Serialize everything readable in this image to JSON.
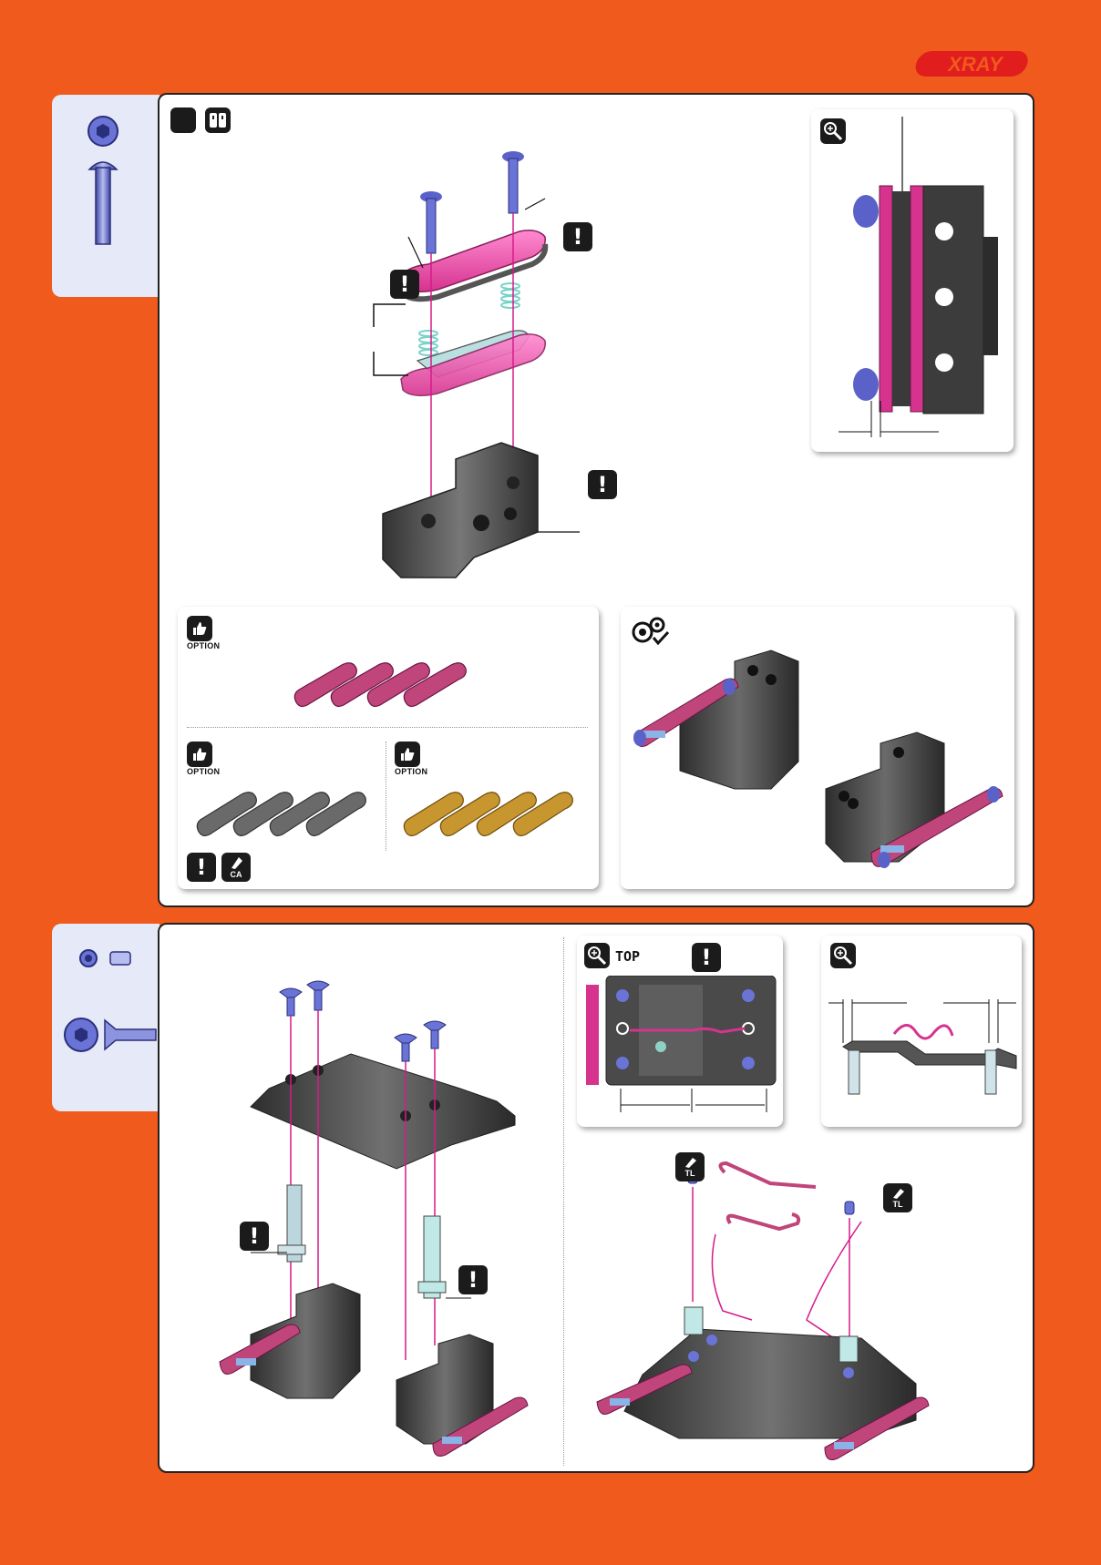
{
  "brand": {
    "logo_text": "XRAY"
  },
  "section1": {
    "parts_tab": {
      "items": [
        "button-head-screw"
      ]
    },
    "step_icons": [
      "step-number-box",
      "step-double-icon"
    ],
    "notes": {
      "warning_symbol": "!"
    },
    "detail_view": {
      "icon": "magnify-icon"
    },
    "option_box": {
      "label_top": "OPTION",
      "label_left": "OPTION",
      "label_right": "OPTION",
      "colors": {
        "pink": "#c0457a",
        "gray": "#6a6a6a",
        "gold": "#c8962e"
      },
      "ca_label": "CA"
    },
    "assembled_box": {
      "icon": "gears-check-icon"
    }
  },
  "section2": {
    "parts_tab": {
      "items": [
        "set-screw",
        "spacer",
        "flat-head-screw"
      ]
    },
    "top_view": {
      "label": "TOP",
      "warning_symbol": "!"
    },
    "detail_view": {
      "icon": "magnify-icon"
    },
    "tl_label_left": "TL",
    "tl_label_right": "TL",
    "notes": {
      "warning_symbol": "!"
    }
  }
}
